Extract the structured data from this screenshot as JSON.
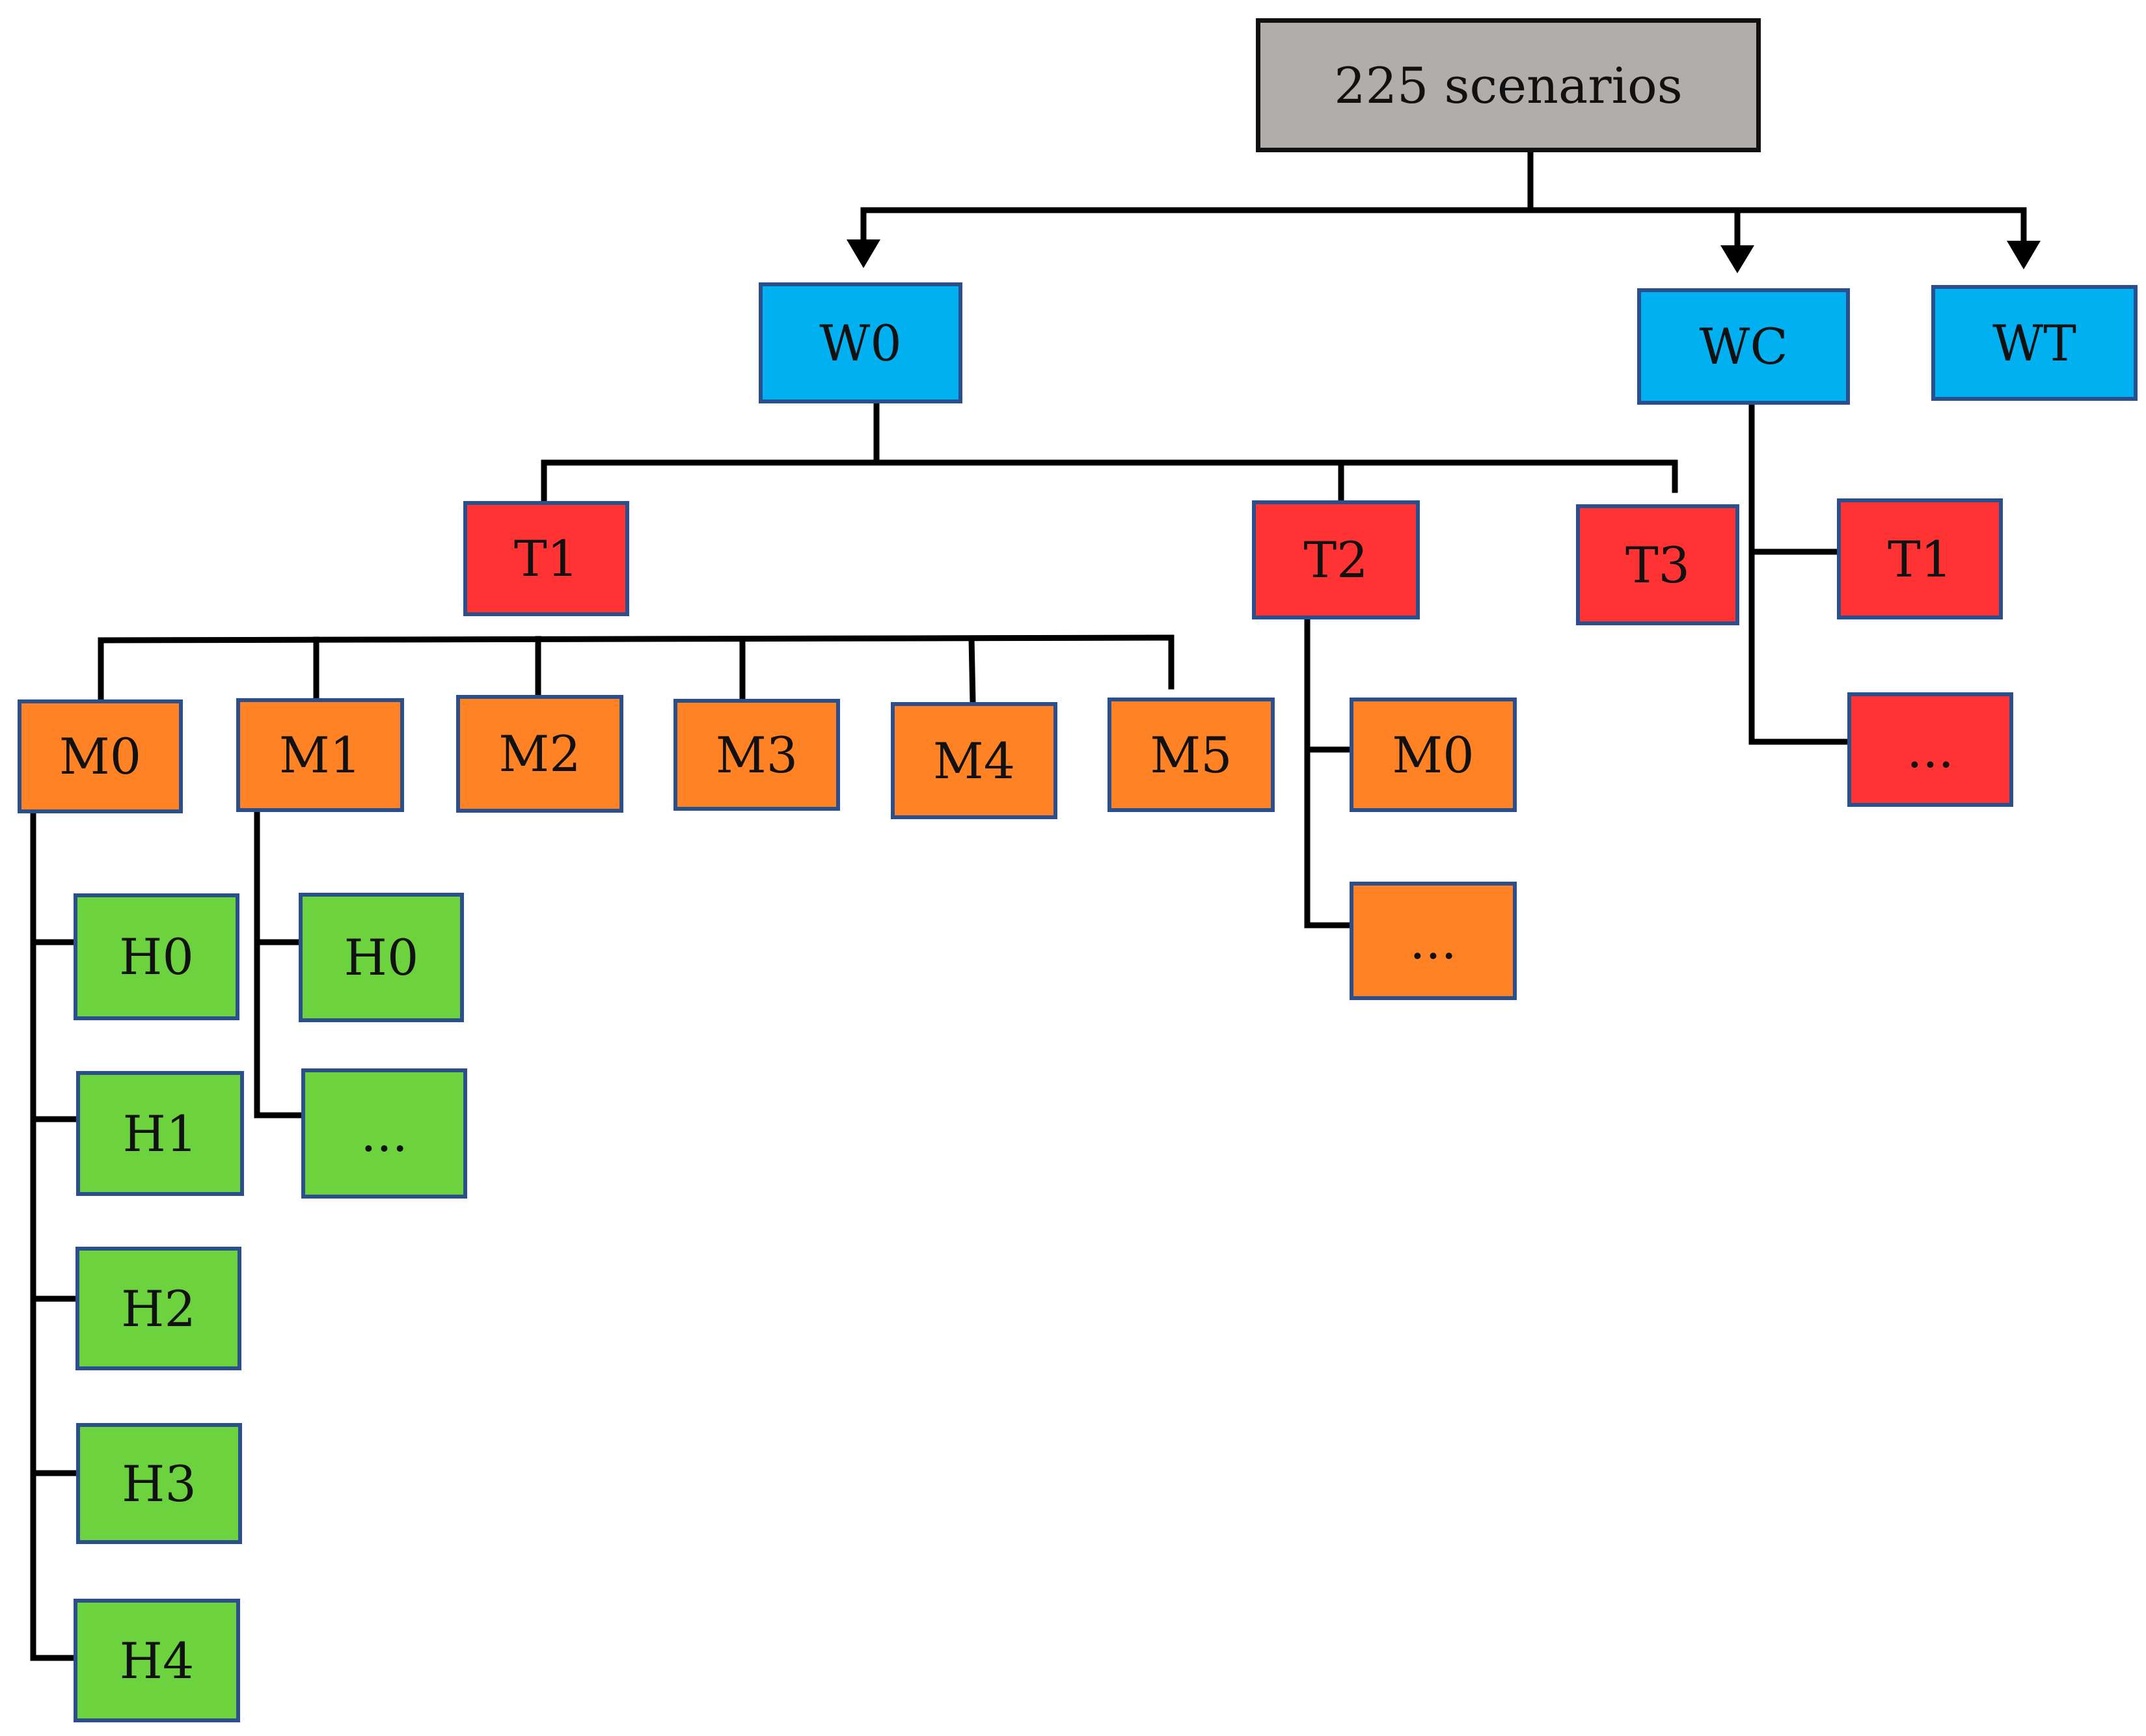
{
  "root": {
    "label": "225 scenarios"
  },
  "water": {
    "w0": "W0",
    "wc": "WC",
    "wt": "WT"
  },
  "temperature": {
    "w0_t1": "T1",
    "w0_t2": "T2",
    "w0_t3": "T3",
    "wc_t1": "T1",
    "wc_more": "..."
  },
  "mode": {
    "t1_m0": "M0",
    "t1_m1": "M1",
    "t1_m2": "M2",
    "t1_m3": "M3",
    "t1_m4": "M4",
    "t1_m5": "M5",
    "t2_m0": "M0",
    "t2_more": "..."
  },
  "humidity": {
    "m0_h0": "H0",
    "m0_h1": "H1",
    "m0_h2": "H2",
    "m0_h3": "H3",
    "m0_h4": "H4",
    "m1_h0": "H0",
    "m1_more": "..."
  },
  "colors": {
    "root": "#b1adab",
    "water": "#00b0f0",
    "temperature": "#ff3333",
    "mode": "#ff8225",
    "humidity": "#6cd23e",
    "border": "#2b4f8c",
    "connector": "#000000"
  }
}
